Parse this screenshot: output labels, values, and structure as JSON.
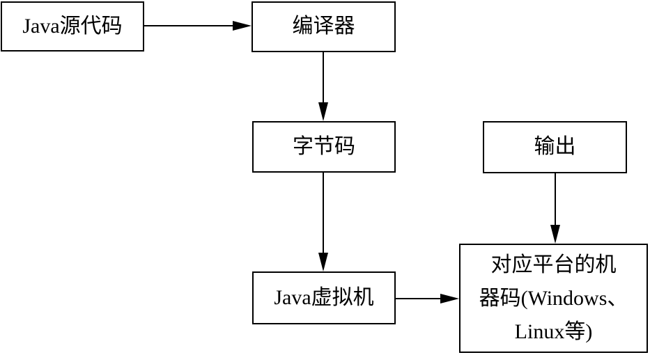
{
  "diagram": {
    "title": "Java compilation flow",
    "colors": {
      "stroke": "#000000",
      "background": "#ffffff",
      "text": "#000000"
    },
    "nodes": {
      "java_source": {
        "label": "Java源代码"
      },
      "compiler": {
        "label": "编译器"
      },
      "bytecode": {
        "label": "字节码"
      },
      "output": {
        "label": "输出"
      },
      "jvm": {
        "label": "Java虚拟机"
      },
      "machine_code": {
        "label": "对应平台的机器码(Windows、Linux等)",
        "lines": [
          "对应平台的机",
          "器码(Windows、",
          "Linux等)"
        ]
      }
    },
    "edges": [
      {
        "from": "java_source",
        "to": "compiler"
      },
      {
        "from": "compiler",
        "to": "bytecode"
      },
      {
        "from": "bytecode",
        "to": "jvm"
      },
      {
        "from": "jvm",
        "to": "machine_code"
      },
      {
        "from": "output",
        "to": "machine_code"
      }
    ]
  }
}
